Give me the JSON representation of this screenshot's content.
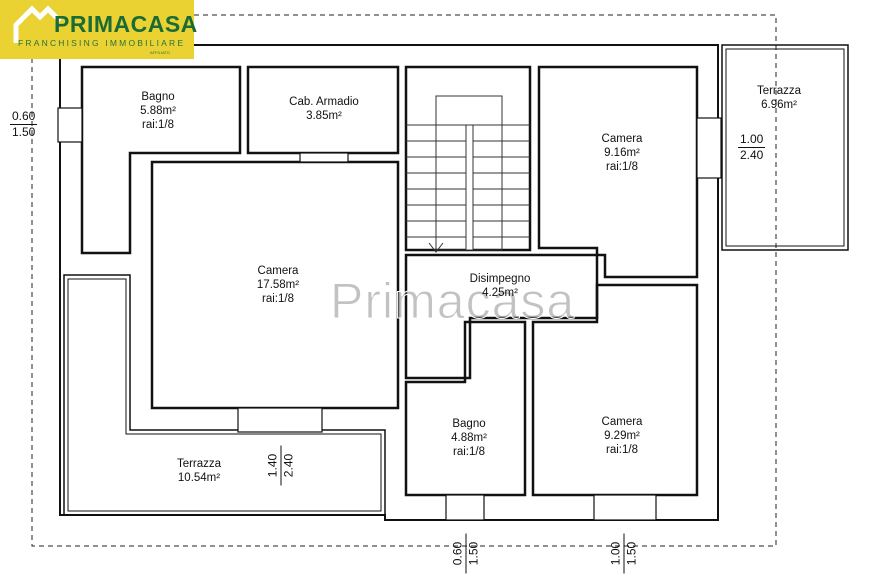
{
  "logo": {
    "brand": "PRIMACASA",
    "tagline": "FRANCHISING IMMOBILIARE",
    "affiliate": "AFFILIATO"
  },
  "watermark": "Primacasa",
  "rooms": {
    "bagno1": {
      "name": "Bagno",
      "area": "5.88m²",
      "rai": "rai:1/8"
    },
    "cabina": {
      "name": "Cab. Armadio",
      "area": "3.85m²"
    },
    "camera_big": {
      "name": "Camera",
      "area": "17.58m²",
      "rai": "rai:1/8"
    },
    "camera_tr": {
      "name": "Camera",
      "area": "9.16m²",
      "rai": "rai:1/8"
    },
    "disimpegno": {
      "name": "Disimpegno",
      "area": "4.25m²"
    },
    "bagno2": {
      "name": "Bagno",
      "area": "4.88m²",
      "rai": "rai:1/8"
    },
    "camera_br": {
      "name": "Camera",
      "area": "9.29m²",
      "rai": "rai:1/8"
    },
    "terrazza_r": {
      "name": "Terrazza",
      "area": "6.96m²"
    },
    "terrazza_b": {
      "name": "Terrazza",
      "area": "10.54m²"
    }
  },
  "dimensions": {
    "left": {
      "top": "0.60",
      "bottom": "1.50"
    },
    "right": {
      "top": "1.00",
      "bottom": "2.40"
    },
    "terrace": {
      "top": "1.40",
      "bottom": "2.40"
    },
    "bottom_a": {
      "top": "0.60",
      "bottom": "1.50"
    },
    "bottom_b": {
      "top": "1.00",
      "bottom": "1.50"
    }
  }
}
